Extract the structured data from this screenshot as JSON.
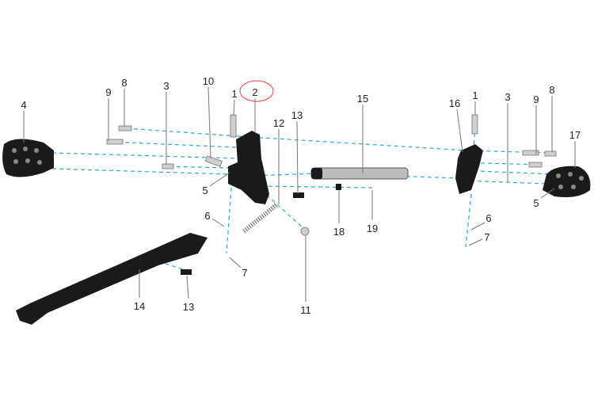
{
  "diagram": {
    "type": "exploded-parts-view",
    "highlight_color": "#e04040",
    "guide_color": "#2aa8e0",
    "highlighted_label": "2",
    "labels": [
      "4",
      "9",
      "8",
      "3",
      "10",
      "1",
      "2",
      "13",
      "12",
      "15",
      "16",
      "1",
      "3",
      "9",
      "8",
      "17",
      "5",
      "6",
      "7",
      "14",
      "13",
      "11",
      "18",
      "19",
      "5",
      "6",
      "7"
    ]
  }
}
